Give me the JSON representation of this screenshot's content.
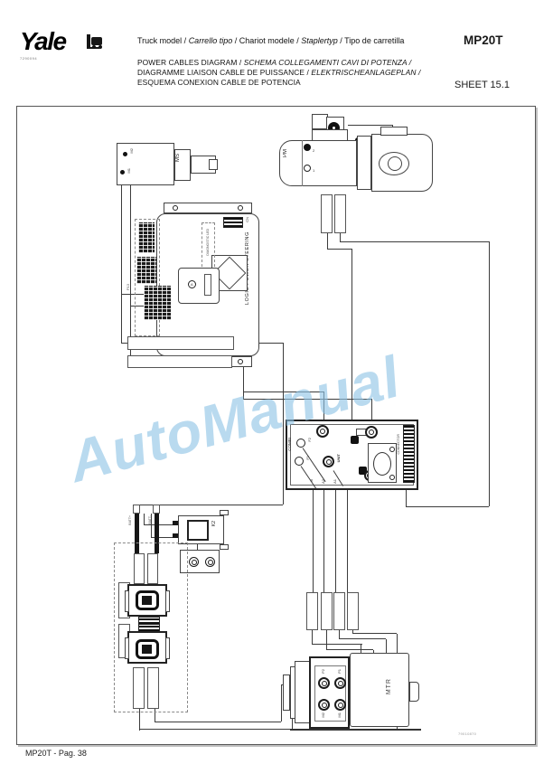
{
  "header": {
    "brand": "Yale",
    "brand_code": "7290094",
    "model": "MP20T",
    "sheet": "SHEET 15.1",
    "truck_line": [
      {
        "text": "Truck model / "
      },
      {
        "text": "Carrello tipo"
      },
      {
        "text": " / Chariot modele / "
      },
      {
        "text": "Staplertyp"
      },
      {
        "text": " / Tipo de carretilla"
      }
    ],
    "title_lines": [
      [
        {
          "text": "POWER CABLES DIAGRAM / "
        },
        {
          "text": "SCHEMA COLLEGAMENTI CAVI DI POTENZA /"
        }
      ],
      [
        {
          "text": "DIAGRAMME LIAISON CABLE DE PUISSANCE / "
        },
        {
          "text": "ELEKTRISCHEANLAGEPLAN /"
        }
      ],
      [
        {
          "text": "ESQUEMA CONEXION CABLE DE POTENCIA"
        }
      ]
    ]
  },
  "watermark": "AutoManual",
  "diagram": {
    "plate_code": "79010870",
    "ms": {
      "name": "MS",
      "terminal_top": "M2",
      "terminal_bottom": "M1"
    },
    "pm": {
      "name": "PM",
      "terminal_top": "2",
      "terminal_bottom": "1"
    },
    "logic": {
      "name": "LOGIC POWER STEERING",
      "led_label": "DIAGNOSTIC LED",
      "cn_label": "CN",
      "connector_label": "P13",
      "relay_label": "A"
    },
    "combi": {
      "name": "COMBI",
      "f2": "F2",
      "f1": "F1",
      "unit": "UNIT",
      "connector": "CONNECTOR",
      "neg": "-B",
      "a2": "A2",
      "a1": "A1"
    },
    "k2": {
      "name": "K2"
    },
    "battery": {
      "positive": "BATT+",
      "negative": "BATT-"
    },
    "mtr": {
      "name": "MTR",
      "p2": "P2",
      "p1": "P1",
      "m2": "M2",
      "m1": "M1"
    }
  },
  "footer": {
    "page_ref": "MP20T - Pag. 38"
  },
  "colors": {
    "watermark": "#8fc4e6",
    "line": "#3c3c3c"
  }
}
